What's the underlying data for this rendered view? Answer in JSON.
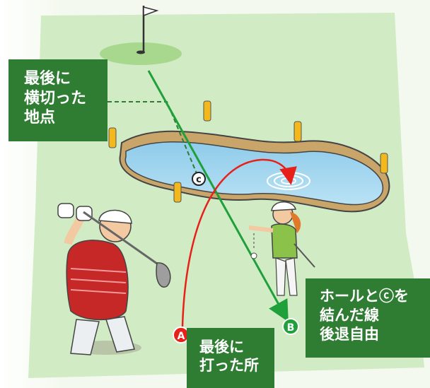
{
  "labels": {
    "last_crossing_point": "最後に\n横切った\n地点",
    "drop_zone": "ホールとⓒを\n結んだ線\n後退自由",
    "last_shot_spot": "最後に\n打った所"
  },
  "markers": {
    "a": "A",
    "b": "B",
    "c": "c"
  },
  "colors": {
    "label_bg": "#2e7d32",
    "fairway": "#cfeac2",
    "water": "#9fd3ee",
    "red_line": "#e8201a",
    "green_line": "#1fa03a",
    "flag": "#ffffff"
  }
}
